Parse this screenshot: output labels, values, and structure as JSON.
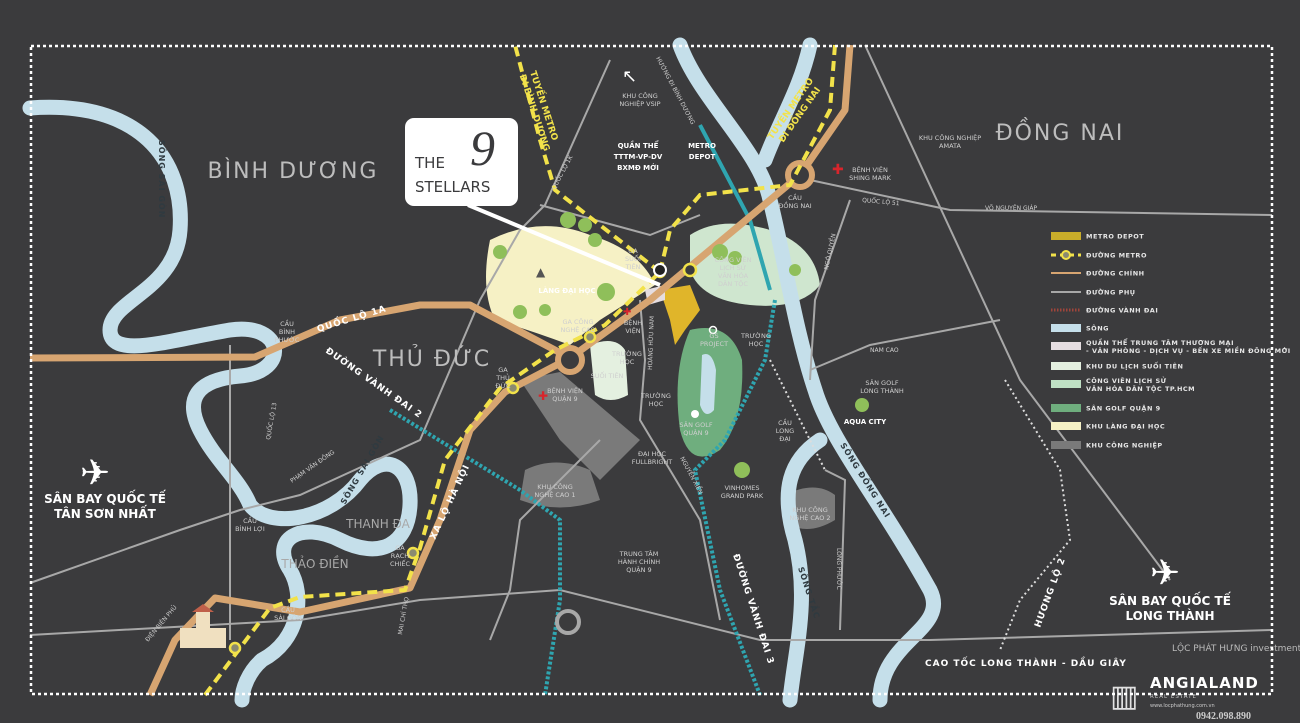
{
  "colors": {
    "background": "#3b3b3d",
    "river": "#c5dfea",
    "main_road": "#d7a571",
    "minor_road": "#a8a8a8",
    "metro": "#f2e24a",
    "ring_road": "#2fa5b0",
    "campus": "#f6f1c5",
    "park": "#cfe6cf",
    "golf": "#6fae7e",
    "industrial": "#7a7a7a",
    "suoi_tien": "#e4f0e0"
  },
  "project": {
    "line1": "THE",
    "number": "9",
    "line2": "STELLARS"
  },
  "districts": {
    "binh_duong": "BÌNH DƯƠNG",
    "dong_nai": "ĐỒNG NAI",
    "thu_duc": "THỦ ĐỨC",
    "thanh_da": "THANH ĐA",
    "thao_dien": "THẢO ĐIỀN"
  },
  "roads": {
    "ql1a": "QUỐC LỘ 1A",
    "vanh_dai_2": "ĐƯỜNG VÀNH ĐAI 2",
    "xa_lo_ha_noi": "XA LỘ HÀ NỘI",
    "vanh_dai_3": "ĐƯỜNG VÀNH ĐAI 3",
    "cao_toc": "CAO TỐC LONG THÀNH - DẦU GIÂY",
    "huong_lo_2": "HƯƠNG LỘ 2",
    "ql1k": "QUỐC LỘ 1K",
    "ql13": "QUỐC LỘ 13",
    "ql51": "QUỐC LỘ 51",
    "vo_nguyen_giap": "VÕ NGUYÊN GIÁP",
    "ngo_quyen": "NGÔ QUYỀN",
    "nam_cao": "NAM CAO",
    "hoang_huu_nam": "HOÀNG HỮU NAM",
    "nguyen_xien": "NGUYỄN XIỂN",
    "long_phuoc": "LONG PHƯỚC",
    "pham_van_dong": "PHẠM VĂN ĐỒNG",
    "mai_chi_tho": "MAI CHÍ THỌ",
    "dien_bien_phu": "ĐIỆN BIÊN PHỦ",
    "huong_binh_duong": "HƯỚNG ĐI BÌNH DƯƠNG"
  },
  "rivers": {
    "song_sai_gon_top": "SÔNG SÀI GÒN",
    "song_sai_gon": "SÔNG SÀI GÒN",
    "song_dong_nai": "SÔNG ĐỒNG NAI",
    "song_tac": "SÔNG TẮC"
  },
  "metro_lines": {
    "binh_duong": [
      "TUYẾN METRO",
      "ĐI BÌNH DƯƠNG"
    ],
    "dong_nai": [
      "TUYẾN METRO",
      "ĐI ĐỒNG NAI"
    ]
  },
  "places": {
    "quan_the": [
      "QUẦN THỂ",
      "TTTM-VP-DV",
      "BXMĐ MỚI"
    ],
    "metro_depot": [
      "METRO",
      "DEPOT"
    ],
    "vsip": [
      "KHU CÔNG",
      "NGHIỆP VSIP"
    ],
    "amata": [
      "KHU CÔNG NGHIỆP",
      "AMATA"
    ],
    "shing_mark": [
      "BỆNH VIỆN",
      "SHING MARK"
    ],
    "cau_dong_nai": [
      "CẦU",
      "ĐỒNG NAI"
    ],
    "lang_dai_hoc": "LÀNG ĐẠI HỌC",
    "ga_suoi_tien": [
      "GA",
      "SUỐI",
      "TIÊN"
    ],
    "ga_cong_nghe_cao": [
      "GA CÔNG",
      "NGHỆ CAO"
    ],
    "ga_thu_duc": [
      "GA",
      "THỦ",
      "ĐỨC"
    ],
    "ga_rach_chiec": [
      "GA",
      "RẠCH",
      "CHIẾC"
    ],
    "cong_vien": [
      "CÔNG VIÊN",
      "LỊCH SỬ",
      "VĂN HÓA",
      "DÂN TỘC"
    ],
    "benh_vien": [
      "BỆNH",
      "VIỆN"
    ],
    "truong_hoc_1": [
      "TRƯỜNG",
      "HỌC"
    ],
    "truong_hoc_2": [
      "TRƯỜNG",
      "HỌC"
    ],
    "truong_hoc_3": [
      "TRƯỜNG",
      "HỌC"
    ],
    "gs_project": [
      "GS",
      "PROJECT"
    ],
    "suoi_tien": "SUỐI TIÊN",
    "benh_vien_q9": [
      "BỆNH VIỆN",
      "QUẬN 9"
    ],
    "san_golf": [
      "SÂN GOLF",
      "QUẬN 9"
    ],
    "fullbright": [
      "ĐẠI HỌC",
      "FULLBRIGHT"
    ],
    "khu_cnc_1": [
      "KHU CÔNG",
      "NGHỆ CAO 1"
    ],
    "vinhomes": [
      "VINHOMES",
      "GRAND PARK"
    ],
    "khu_cnc_2": [
      "KHU CÔNG",
      "NGHỆ CAO 2"
    ],
    "trung_tam_hc": [
      "TRUNG TÂM",
      "HÀNH CHÍNH",
      "QUẬN 9"
    ],
    "aqua_city": "AQUA CITY",
    "san_golf_long_thanh": [
      "SÂN GOLF",
      "LONG THÀNH"
    ],
    "cau_long_dai": [
      "CẦU",
      "LONG",
      "ĐẠI"
    ],
    "cau_binh_phuoc": [
      "CẦU",
      "BÌNH",
      "PHƯỚC"
    ],
    "cau_binh_loi": [
      "CẦU",
      "BÌNH LỢI"
    ],
    "cau_sai_gon": [
      "CẦU",
      "SÀI GÒN"
    ],
    "tan_son_nhat": [
      "SÂN BAY QUỐC TẾ",
      "TÂN SƠN NHẤT"
    ],
    "long_thanh": [
      "SÂN BAY QUỐC TẾ",
      "LONG THÀNH"
    ]
  },
  "legend": [
    {
      "label": "METRO DEPOT",
      "type": "depot",
      "color": "#c9ad2a"
    },
    {
      "label": "ĐƯỜNG METRO",
      "type": "metro",
      "color": "#f2e24a"
    },
    {
      "label": "ĐƯỜNG CHÍNH",
      "type": "line",
      "color": "#d7a571"
    },
    {
      "label": "ĐƯỜNG PHỤ",
      "type": "line",
      "color": "#a8a8a8"
    },
    {
      "label": "ĐƯỜNG VÀNH ĐAI",
      "type": "dotted",
      "color": "#a0443a"
    },
    {
      "label": "SÔNG",
      "type": "box",
      "color": "#c5dfea"
    },
    {
      "label": "QUẦN THỂ TRUNG TÂM THƯƠNG MẠI",
      "label2": "- VĂN PHÒNG - DỊCH VỤ - BẾN XE MIỀN ĐÔNG MỚI",
      "type": "box",
      "color": "#e5dde0"
    },
    {
      "label": "KHU DU LỊCH SUỐI TIÊN",
      "type": "box",
      "color": "#e4f0e0"
    },
    {
      "label": "CÔNG VIÊN LỊCH SỬ",
      "label2": "VĂN HÓA DÂN TỘC TP.HCM",
      "type": "box",
      "color": "#bfe0c4"
    },
    {
      "label": "SÂN GOLF QUẬN 9",
      "type": "box",
      "color": "#6fae7e"
    },
    {
      "label": "KHU LÀNG ĐẠI HỌC",
      "type": "box",
      "color": "#f6f1c5"
    },
    {
      "label": "KHU CÔNG NGHIỆP",
      "type": "box",
      "color": "#7a7a7a"
    }
  ],
  "watermark": {
    "brand": "ANGIALAND",
    "sub": "REAL ESTATE",
    "partner": "LỘC PHÁT HƯNG investment",
    "website": "www.locphathung.com.vn",
    "phone": "0942.098.890"
  }
}
